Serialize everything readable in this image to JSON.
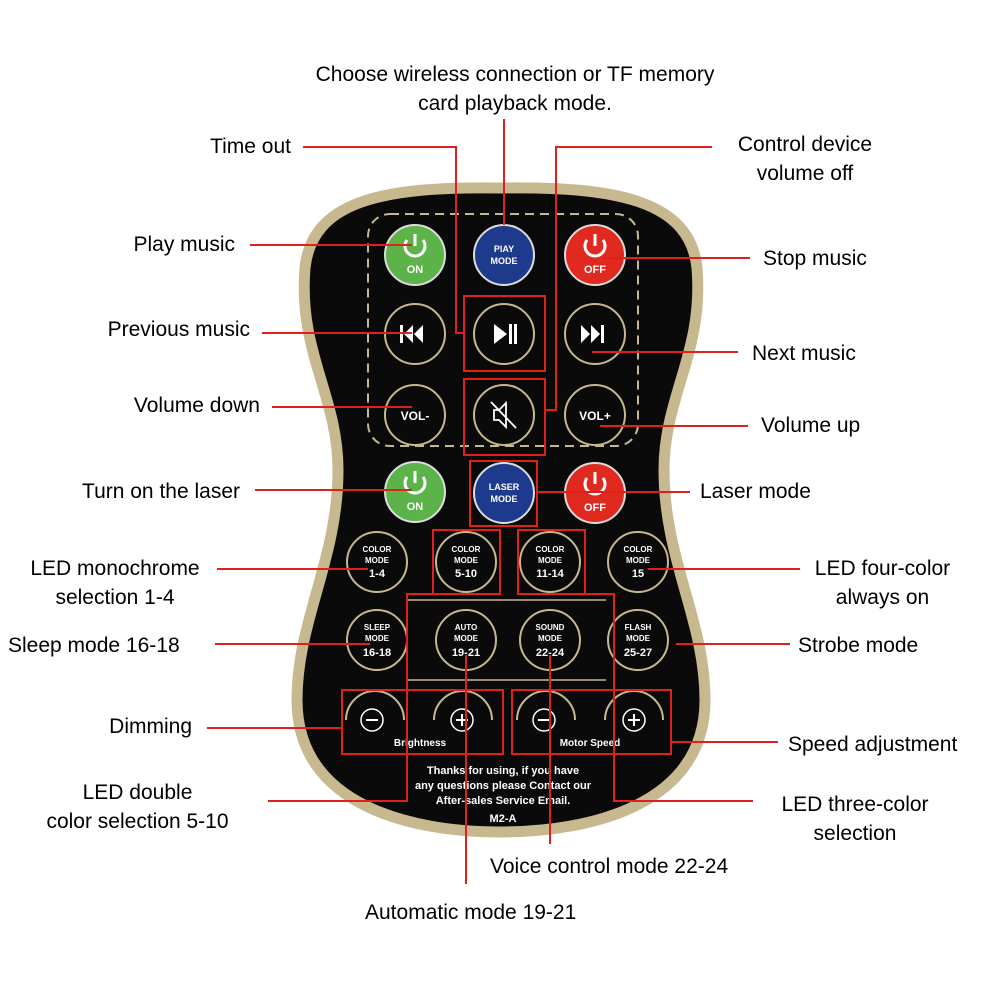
{
  "remote": {
    "buttons": {
      "music_on": {
        "icon": "power-icon",
        "label": "ON",
        "color": "#5cb34a"
      },
      "play_mode": {
        "line1": "PlAY",
        "line2": "MODE",
        "color": "#1d3a8c"
      },
      "music_off": {
        "icon": "power-icon",
        "label": "OFF",
        "color": "#e0291f"
      },
      "previous": {
        "icon": "previous-track-icon"
      },
      "play_pause": {
        "icon": "play-pause-icon"
      },
      "next": {
        "icon": "next-track-icon"
      },
      "vol_down": {
        "label": "VOL-"
      },
      "mute": {
        "icon": "mute-icon"
      },
      "vol_up": {
        "label": "VOL+"
      },
      "laser_on": {
        "icon": "power-icon",
        "label": "ON",
        "color": "#5cb34a"
      },
      "laser_mode": {
        "line1": "LASER",
        "line2": "MODE",
        "color": "#1d3a8c"
      },
      "laser_off": {
        "icon": "power-icon",
        "label": "OFF",
        "color": "#e0291f"
      },
      "color_mode_1": {
        "line1": "COLOR",
        "line2": "MODE",
        "line3": "1-4"
      },
      "color_mode_2": {
        "line1": "COLOR",
        "line2": "MODE",
        "line3": "5-10"
      },
      "color_mode_3": {
        "line1": "COLOR",
        "line2": "MODE",
        "line3": "11-14"
      },
      "color_mode_4": {
        "line1": "COLOR",
        "line2": "MODE",
        "line3": "15"
      },
      "sleep_mode": {
        "line1": "SLEEP",
        "line2": "MODE",
        "line3": "16-18"
      },
      "auto_mode": {
        "line1": "AUTO",
        "line2": "MODE",
        "line3": "19-21"
      },
      "sound_mode": {
        "line1": "SOUND",
        "line2": "MODE",
        "line3": "22-24"
      },
      "flash_mode": {
        "line1": "FLASH",
        "line2": "MODE",
        "line3": "25-27"
      },
      "brightness_minus": {
        "icon": "minus-icon"
      },
      "brightness_plus": {
        "icon": "plus-icon"
      },
      "speed_minus": {
        "icon": "minus-icon"
      },
      "speed_plus": {
        "icon": "plus-icon"
      }
    },
    "brightness_label": "Brightness",
    "motor_speed_label": "Motor Speed",
    "footer_line1": "Thanks for using, if you have",
    "footer_line2": "any questions please Contact our",
    "footer_line3": "After-sales Service Email.",
    "model": "M2-A",
    "body_color": "#0a0a0a",
    "rim_color": "#c8b88f",
    "callout_color": "#e0201a"
  },
  "callouts": {
    "wireless_line1": "Choose wireless connection or TF memory",
    "wireless_line2": "card playback mode.",
    "time_out": "Time out",
    "volume_off_line1": "Control device",
    "volume_off_line2": "volume off",
    "play_music": "Play music",
    "stop_music": "Stop music",
    "previous_music": "Previous music",
    "next_music": "Next music",
    "volume_down": "Volume down",
    "volume_up": "Volume up",
    "laser_on": "Turn on the laser",
    "laser_mode": "Laser mode",
    "mono_line1": "LED monochrome",
    "mono_line2": "selection 1-4",
    "four_line1": "LED four-color",
    "four_line2": "always on",
    "sleep_mode": "Sleep mode 16-18",
    "strobe_mode": "Strobe mode",
    "dimming": "Dimming",
    "speed_adjustment": "Speed adjustment",
    "double_line1": "LED double",
    "double_line2": "color selection 5-10",
    "three_line1": "LED three-color",
    "three_line2": "selection",
    "voice_control": "Voice control mode 22-24",
    "automatic_mode": "Automatic mode 19-21"
  }
}
